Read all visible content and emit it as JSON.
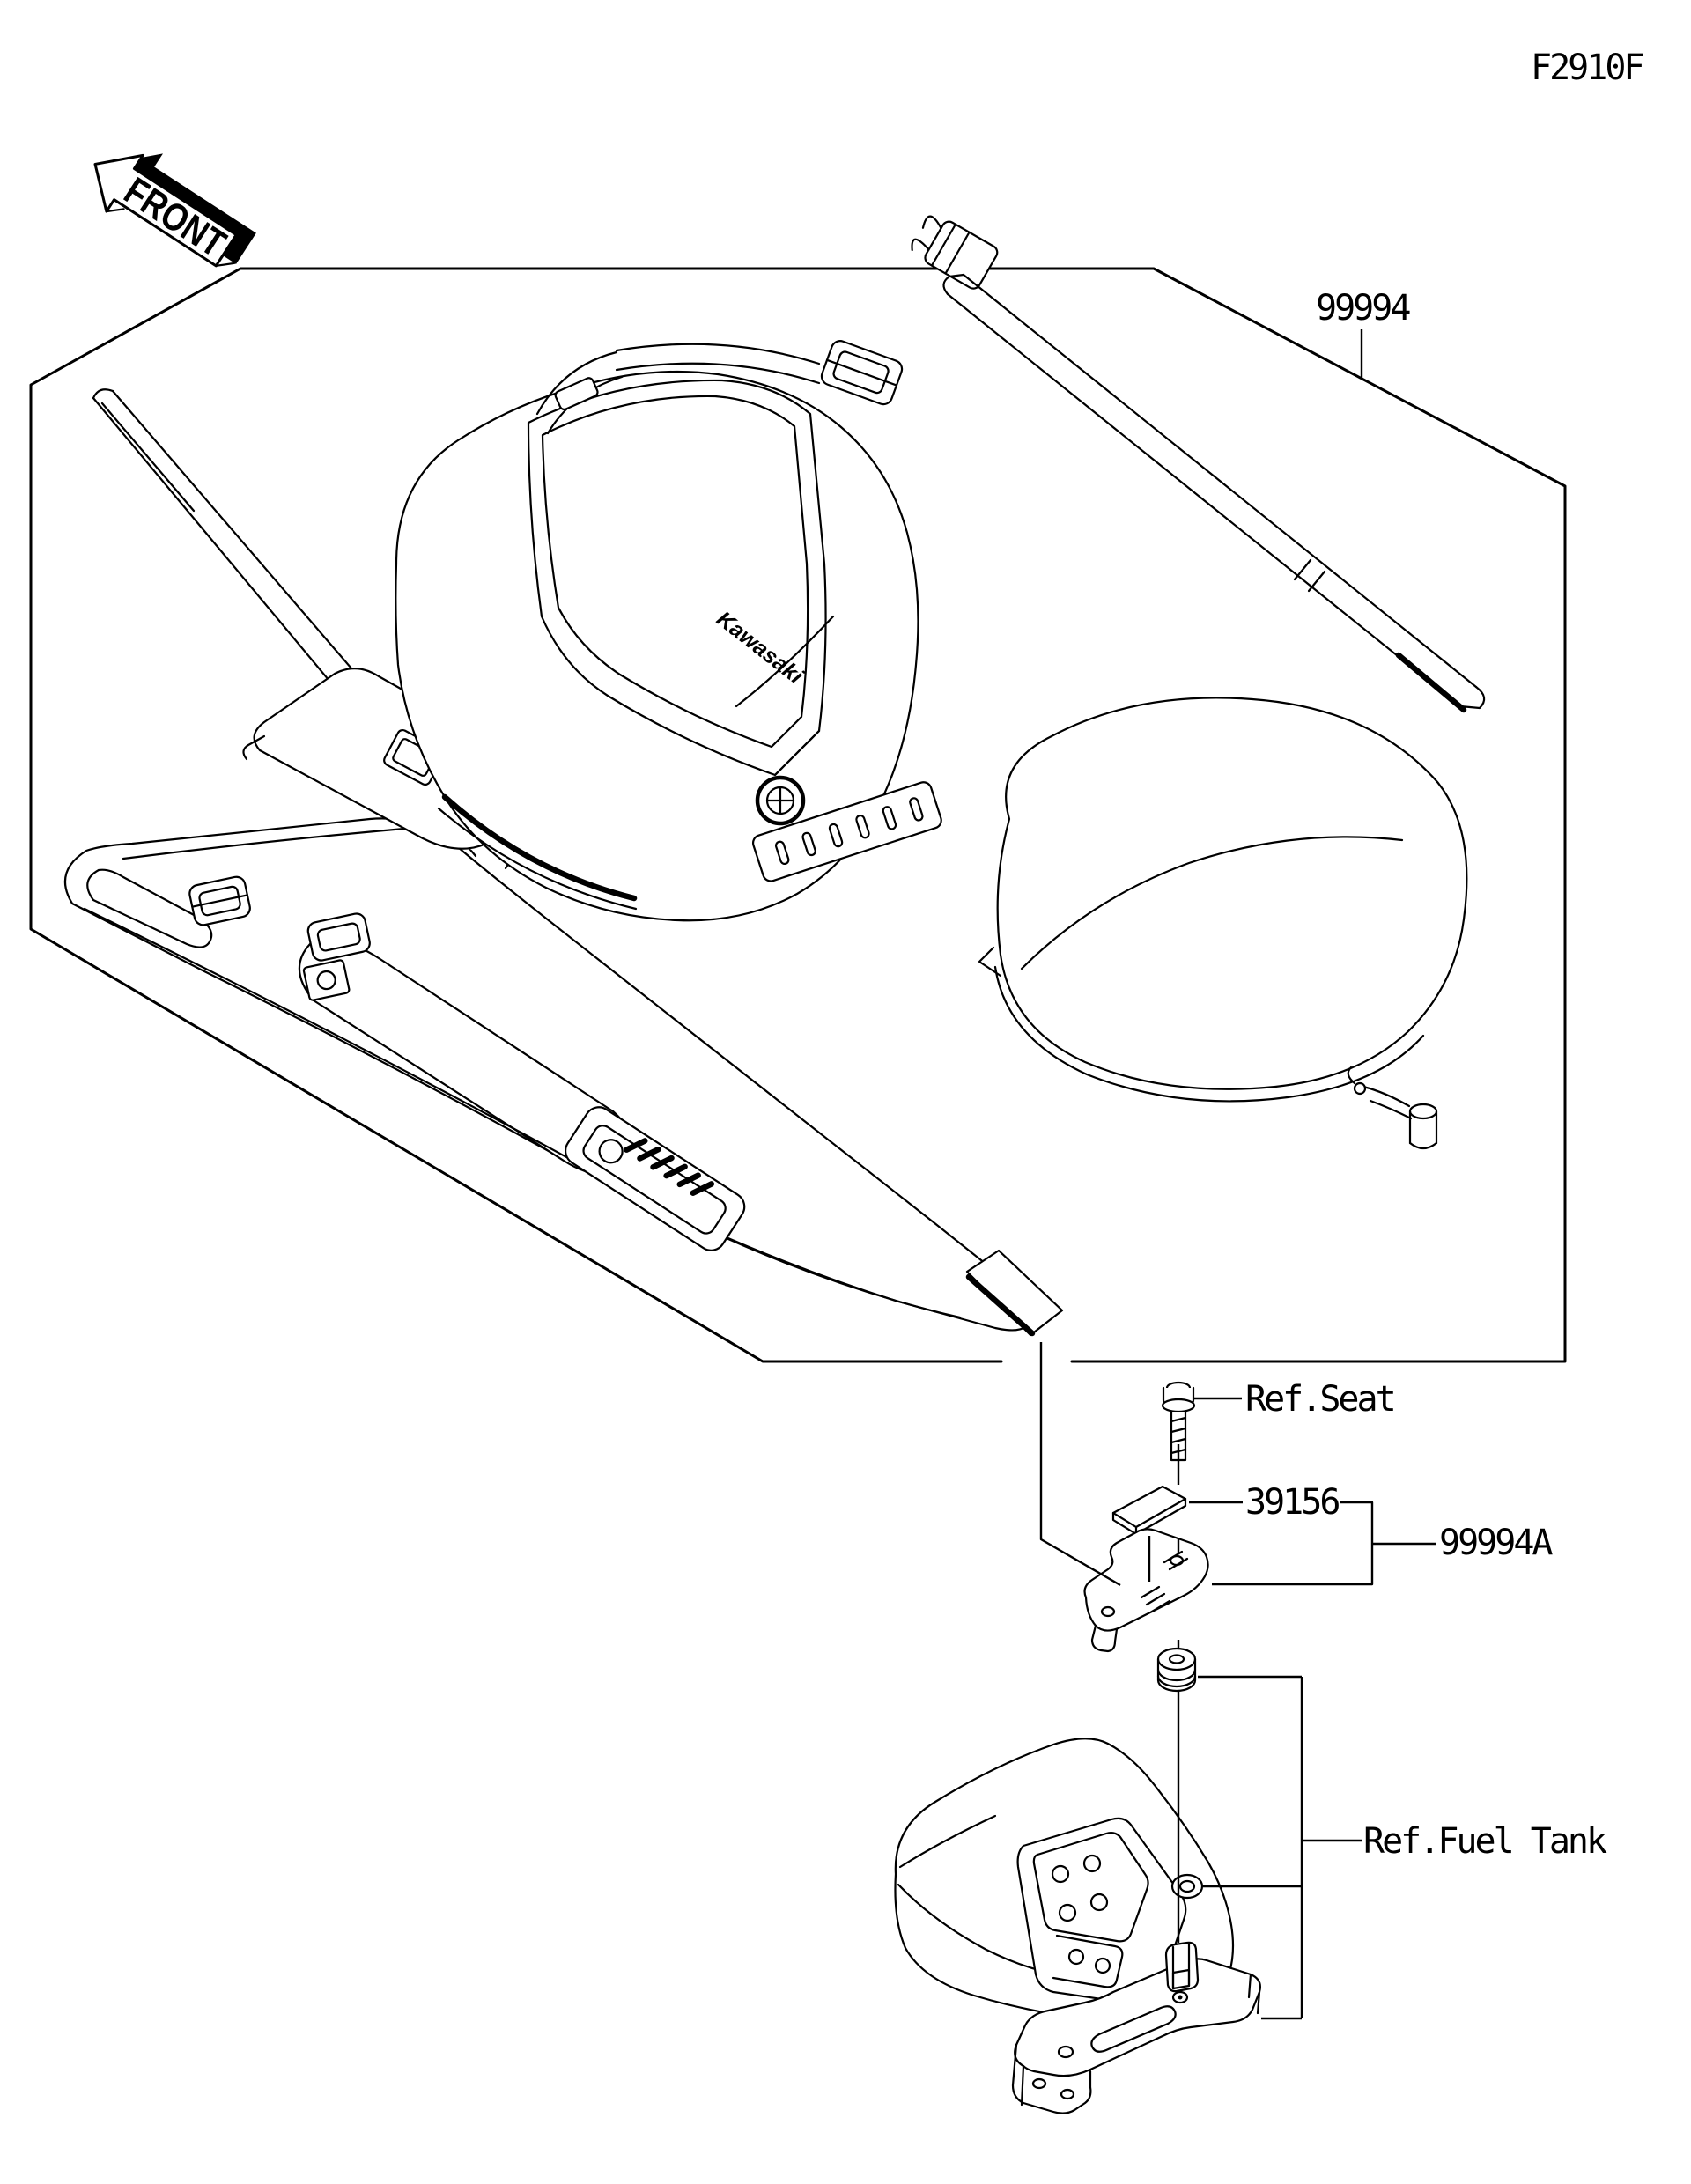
{
  "style": {
    "ink": "#000000",
    "paper": "#ffffff"
  },
  "header": {
    "diagram_code": "F2910F"
  },
  "front_marker": {
    "label": "FRONT"
  },
  "panel": {
    "kit_part_number": "99994"
  },
  "tank_bag": {
    "brand_logo": "Kawasaki"
  },
  "callouts": {
    "ref_seat": {
      "label": "Ref.Seat",
      "type": "reference"
    },
    "pad": {
      "label": "39156",
      "type": "part-number"
    },
    "fitting_kit": {
      "label": "99994A",
      "type": "part-number"
    },
    "ref_fuel_tank": {
      "label": "Ref.Fuel Tank",
      "type": "reference"
    }
  }
}
